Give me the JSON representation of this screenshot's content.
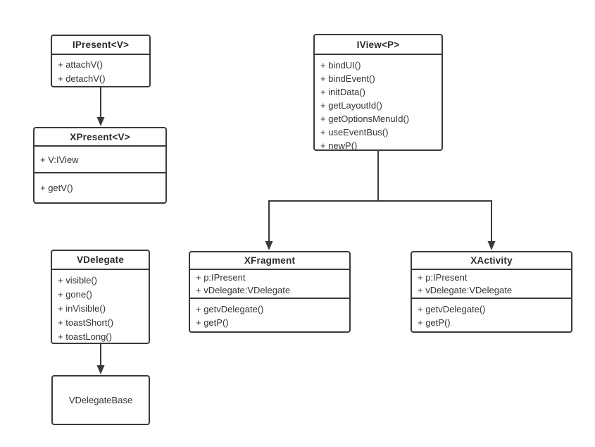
{
  "diagram": {
    "type": "uml-class-diagram",
    "colors": {
      "line": "#3a3a3a",
      "text": "#333333",
      "background": "#ffffff"
    },
    "classes": [
      {
        "title": "IPresent<V>",
        "methods": [
          "+ attachV()",
          "+ detachV()"
        ]
      },
      {
        "title": "XPresent<V>",
        "fields": [
          "+ V:IView"
        ],
        "methods": [
          "+ getV()"
        ]
      },
      {
        "title": "IView<P>",
        "methods": [
          "+ bindUI()",
          "+ bindEvent()",
          "+ initData()",
          "+ getLayoutId()",
          "+ getOptionsMenuId()",
          "+ useEventBus()",
          "+ newP()"
        ]
      },
      {
        "title": "VDelegate",
        "methods": [
          "+ visible()",
          "+ gone()",
          "+ inVisible()",
          "+ toastShort()",
          "+ toastLong()"
        ]
      },
      {
        "title": "XFragment",
        "fields": [
          "+ p:IPresent",
          "+ vDelegate:VDelegate"
        ],
        "methods": [
          "+ getvDelegate()",
          "+ getP()"
        ]
      },
      {
        "title": "XActivity",
        "fields": [
          "+ p:IPresent",
          "+ vDelegate:VDelegate"
        ],
        "methods": [
          "+ getvDelegate()",
          "+ getP()"
        ]
      },
      {
        "title": "VDelegateBase"
      }
    ],
    "relations": [
      {
        "from": "IPresent<V>",
        "to": "XPresent<V>",
        "type": "arrow-down"
      },
      {
        "from": "IView<P>",
        "to": "XFragment",
        "type": "arrow-down"
      },
      {
        "from": "IView<P>",
        "to": "XActivity",
        "type": "arrow-down"
      },
      {
        "from": "VDelegate",
        "to": "VDelegateBase",
        "type": "arrow-down"
      }
    ]
  }
}
